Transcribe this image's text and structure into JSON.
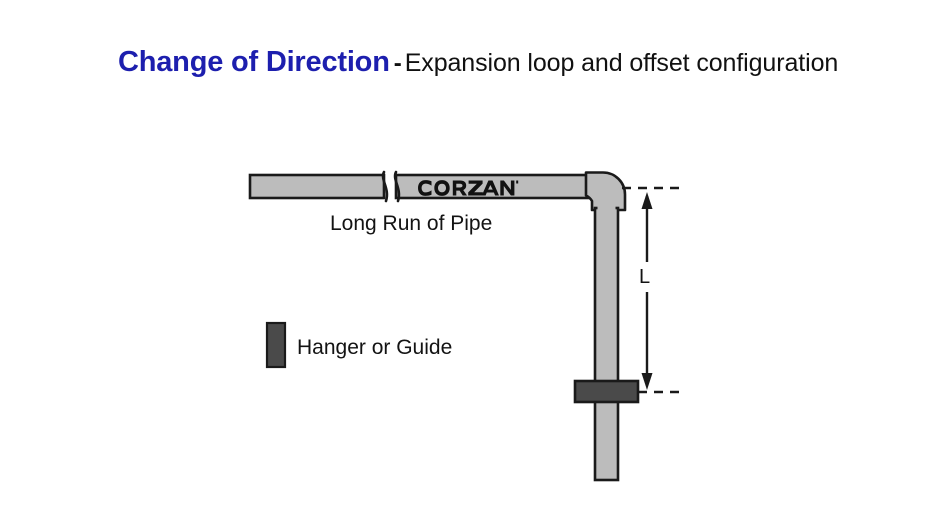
{
  "slide": {
    "background_color": "#ffffff",
    "title": {
      "main": "Change of Direction",
      "separator": "-",
      "subtitle": "Expansion loop and offset configuration",
      "main_color": "#1d1fae",
      "subtitle_color": "#111111"
    }
  },
  "diagram": {
    "name": "change-of-direction-piping-diagram",
    "pipe_brand_mark": "CORZAN",
    "labels": {
      "long_run": "Long Run of Pipe",
      "hanger_legend": "Hanger or Guide",
      "dimension": "L"
    },
    "colors": {
      "pipe_fill": "#bcbcbc",
      "pipe_outline": "#1a1a1a",
      "hanger_fill": "#4a4a4a",
      "hanger_outline": "#1a1a1a",
      "dimension_line": "#1a1a1a",
      "dashed_extension": "#1a1a1a"
    },
    "components": [
      {
        "name": "horizontal-pipe-run",
        "orientation": "horizontal"
      },
      {
        "name": "pipe-break-symbol",
        "orientation": "horizontal"
      },
      {
        "name": "elbow-fitting-90deg",
        "orientation": "corner"
      },
      {
        "name": "vertical-pipe-leg",
        "orientation": "vertical"
      },
      {
        "name": "hanger-on-vertical-pipe",
        "orientation": "horizontal"
      },
      {
        "name": "dimension-line-L",
        "orientation": "vertical"
      }
    ]
  }
}
